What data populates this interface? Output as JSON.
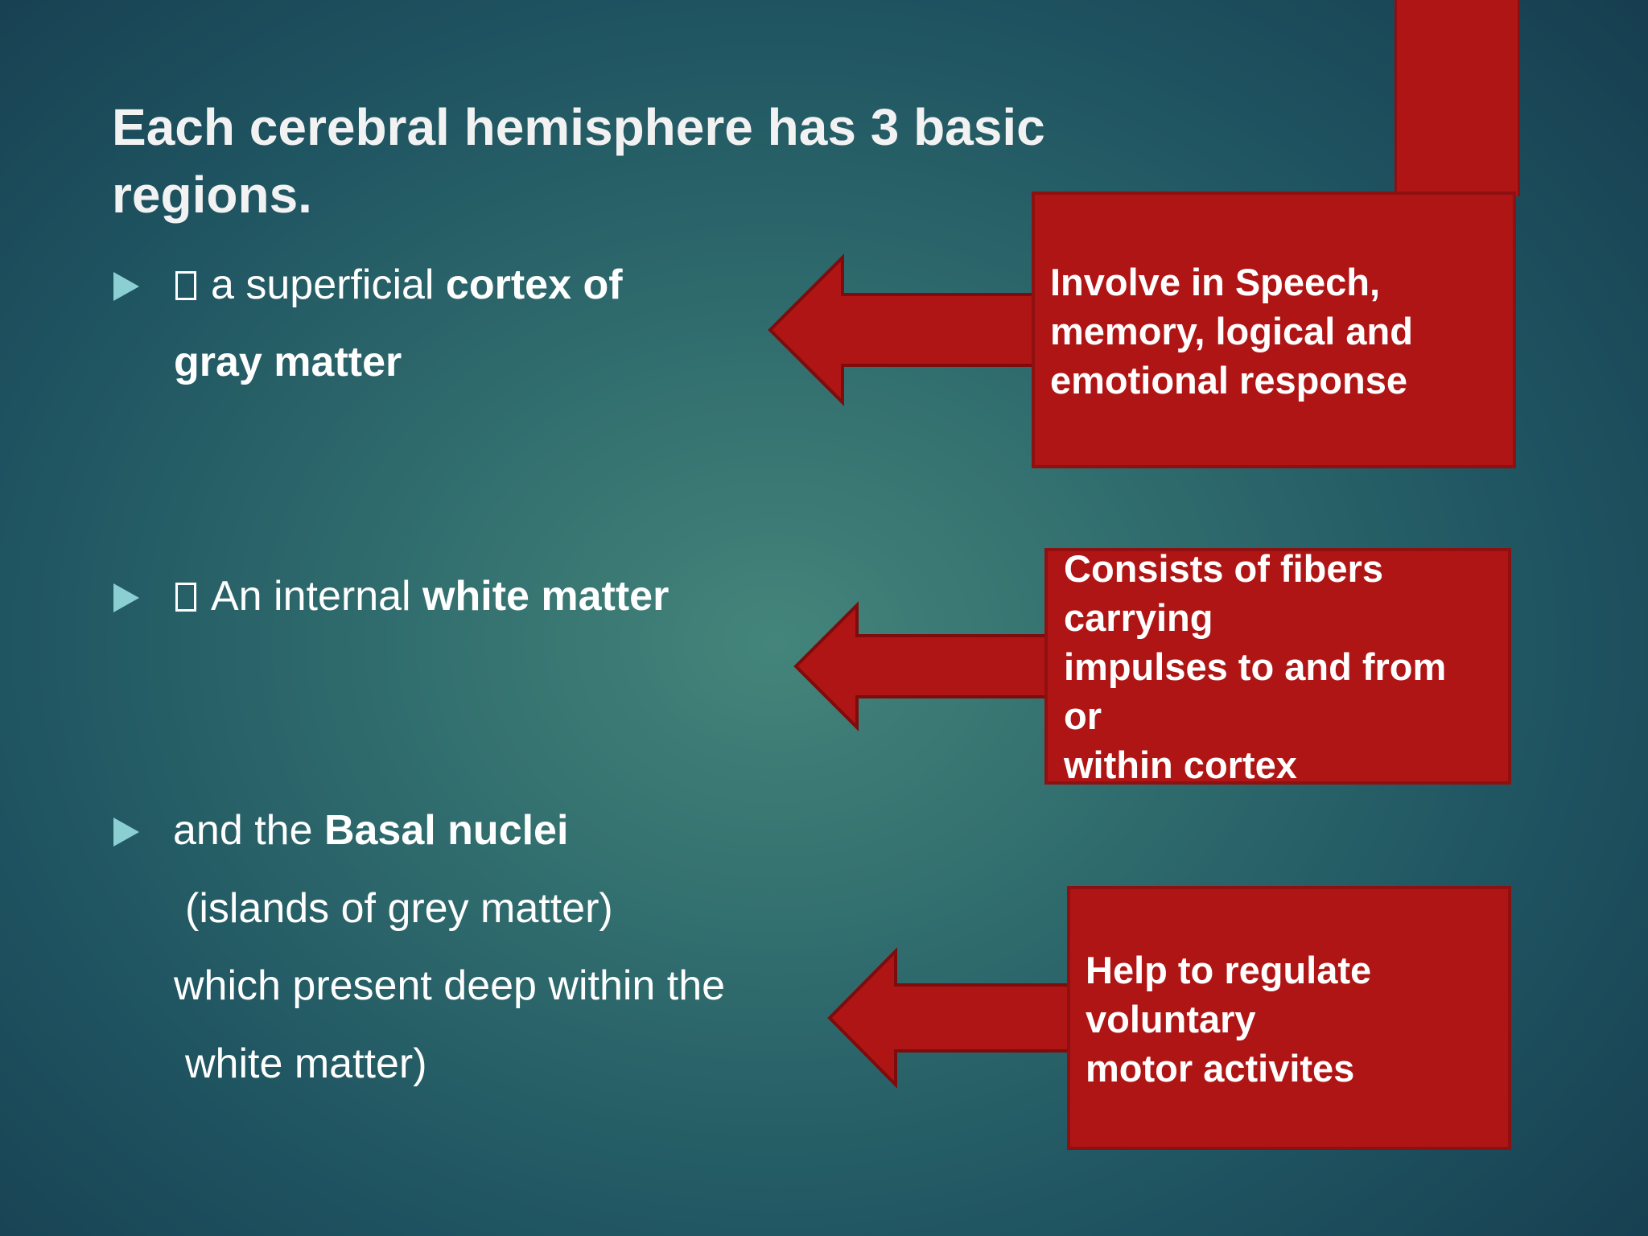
{
  "slide": {
    "title_line1": "Each cerebral hemisphere has 3 basic",
    "title_line2": "regions."
  },
  "bullets": [
    {
      "line1_pre": "a superficial ",
      "line1_bold": "cortex of",
      "line2_bold": "gray matter"
    },
    {
      "line1_pre": "An internal ",
      "line1_bold": "white matter"
    },
    {
      "line1_pre": "and the ",
      "line1_bold": "Basal nuclei",
      "line2": "(islands of grey matter)",
      "line3": "which present deep within the",
      "line4": "white matter)"
    }
  ],
  "callouts": [
    {
      "lines": [
        "Involve in Speech,",
        "memory, logical and",
        "emotional response"
      ]
    },
    {
      "lines": [
        "Consists of fibers",
        "carrying",
        "impulses to and from",
        "or",
        "within cortex"
      ]
    },
    {
      "lines": [
        "Help to regulate",
        "voluntary",
        "motor activites"
      ]
    }
  ],
  "colors": {
    "callout_fill": "#b01515",
    "callout_border": "#8e1010",
    "bullet_marker": "#8ccfd3"
  }
}
